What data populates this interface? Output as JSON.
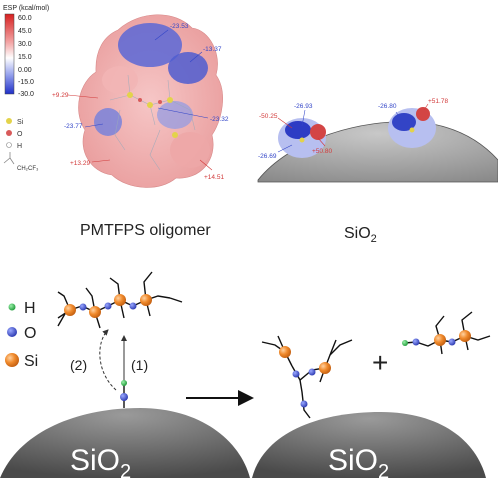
{
  "esp_scale": {
    "title": "ESP (kcal/mol)",
    "ticks": [
      "60.0",
      "45.0",
      "30.0",
      "15.0",
      "0.00",
      "-15.0",
      "-30.0"
    ]
  },
  "legend_top": {
    "si": "Si",
    "o": "O",
    "h": "H",
    "group": "CH₂CF₃"
  },
  "oligomer_values": {
    "v1": "-23.53",
    "v2": "-13.37",
    "v3": "+9.29",
    "v4": "-23.77",
    "v5": "-23.32",
    "v6": "+13.29",
    "v7": "+14.51"
  },
  "sio2_values": {
    "v1": "-50.25",
    "v2": "-26.93",
    "v3": "-26.69",
    "v4": "+50.80",
    "v5": "-26.80",
    "v6": "+51.78"
  },
  "captions": {
    "oligomer": "PMTFPS oligomer",
    "sio2_base": "SiO",
    "sio2_sub": "2"
  },
  "legend_bottom": {
    "h": "H",
    "o": "O",
    "si": "Si"
  },
  "steps": {
    "step1": "(1)",
    "step2": "(2)"
  },
  "surfaces": {
    "left_base": "SiO",
    "left_sub": "2",
    "right_base": "SiO",
    "right_sub": "2"
  },
  "plus": "+",
  "colors": {
    "si": "#f08a2c",
    "o": "#3a4fc4",
    "h": "#2db84a",
    "positive": "#d23a3a",
    "negative": "#3346c8"
  }
}
